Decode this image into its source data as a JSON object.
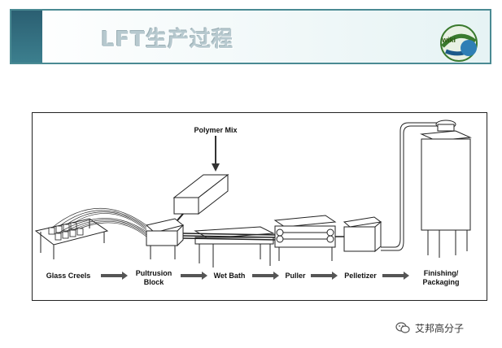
{
  "header": {
    "title": "LFT生产过程",
    "logo_text": "wiki"
  },
  "diagram": {
    "input_label": "Polymer Mix",
    "stations": [
      {
        "name": "glass-creels",
        "label": "Glass Creels"
      },
      {
        "name": "pultrusion-block",
        "label": "Pultrusion\nBlock"
      },
      {
        "name": "wet-bath",
        "label": "Wet Bath"
      },
      {
        "name": "puller",
        "label": "Puller"
      },
      {
        "name": "pelletizer",
        "label": "Pelletizer"
      },
      {
        "name": "finishing-packaging",
        "label": "Finishing/\nPackaging"
      }
    ]
  },
  "footer": {
    "watermark": "艾邦高分子"
  }
}
